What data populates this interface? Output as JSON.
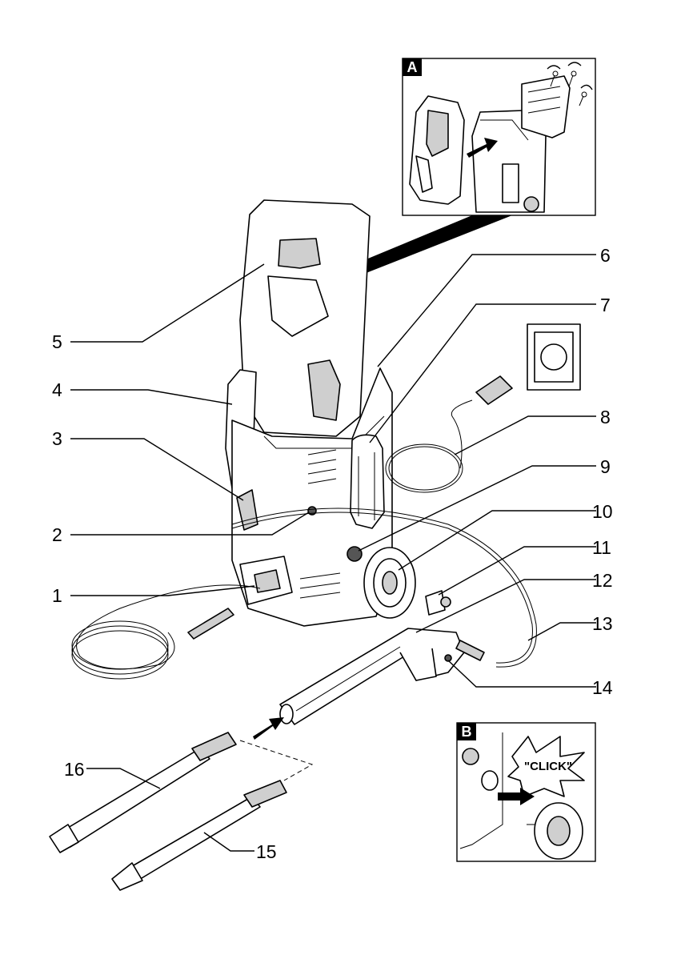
{
  "callouts": {
    "c1": "1",
    "c2": "2",
    "c3": "3",
    "c4": "4",
    "c5": "5",
    "c6": "6",
    "c7": "7",
    "c8": "8",
    "c9": "9",
    "c10": "10",
    "c11": "11",
    "c12": "12",
    "c13": "13",
    "c14": "14",
    "c15": "15",
    "c16": "16"
  },
  "insets": {
    "a": {
      "letter": "A"
    },
    "b": {
      "letter": "B",
      "click_label": "\"CLICK\""
    }
  },
  "colors": {
    "line": "#000000",
    "fill": "#ffffff",
    "shade": "#cfcfcf",
    "badge": "#000000"
  }
}
